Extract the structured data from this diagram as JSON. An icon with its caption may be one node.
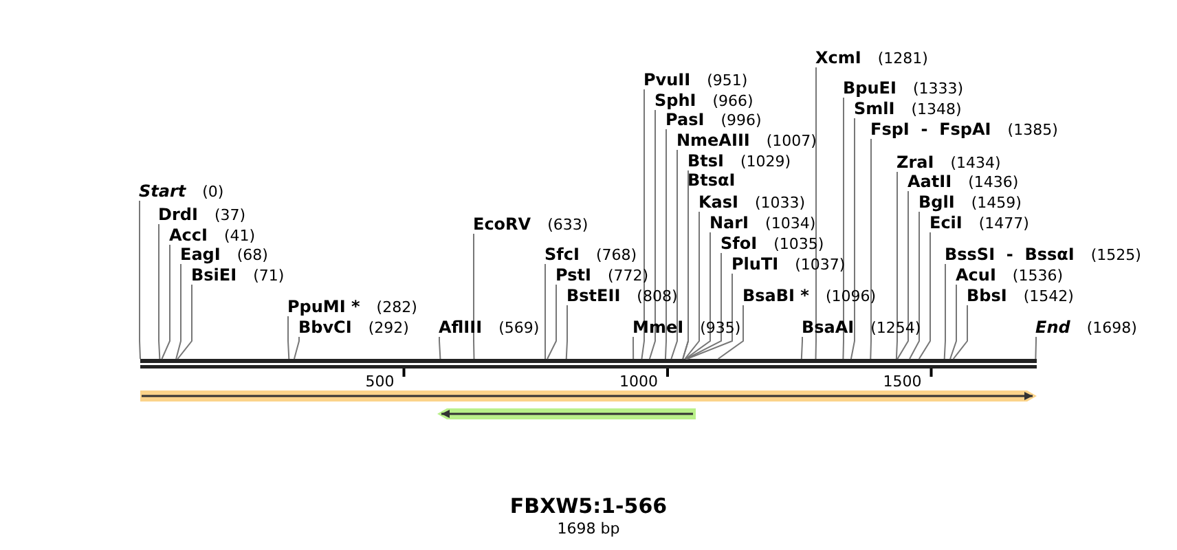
{
  "diagram": {
    "title": "FBXW5:1-566",
    "nodes": [
      {
        "text": [
          "Start",
          "(0)"
        ]
      },
      {
        "text": [
          "DrdI",
          "(37)"
        ]
      },
      {
        "text": [
          "AccI",
          "(41)"
        ]
      },
      {
        "text": [
          "EagI",
          "(68)"
        ]
      },
      {
        "text": [
          "BsiEI",
          "(71)"
        ]
      },
      {
        "text": [
          "PpuMI *",
          "(282)"
        ]
      },
      {
        "text": [
          "BbvCI",
          "(292)"
        ]
      },
      {
        "text": [
          "AflIII",
          "(569)"
        ]
      },
      {
        "text": [
          "EcoRV",
          "(633)"
        ]
      },
      {
        "text": [
          "SfcI",
          "(768)"
        ]
      },
      {
        "text": [
          "PstI",
          "(772)"
        ]
      },
      {
        "text": [
          "BstEII",
          "(808)"
        ]
      },
      {
        "text": [
          "MmeI",
          "(935)"
        ]
      },
      {
        "text": [
          "PvuII",
          "(951)"
        ]
      },
      {
        "text": [
          "SphI",
          "(966)"
        ]
      },
      {
        "text": [
          "PasI",
          "(996)"
        ]
      },
      {
        "text": [
          "NmeAIII",
          "(1007)"
        ]
      },
      {
        "text": [
          "BtsI",
          "(1029)"
        ]
      },
      {
        "text": [
          "BtsαI"
        ]
      },
      {
        "text": [
          "KasI",
          "(1033)"
        ]
      },
      {
        "text": [
          "NarI",
          "(1034)"
        ]
      },
      {
        "text": [
          "SfoI",
          "(1035)"
        ]
      },
      {
        "text": [
          "PluTI",
          "(1037)"
        ]
      },
      {
        "text": [
          "BsaBI *",
          "(1096)"
        ]
      },
      {
        "text": [
          "XcmI",
          "(1281)"
        ]
      },
      {
        "text": [
          "BsaAI",
          "(1254)"
        ]
      },
      {
        "text": [
          "BpuEI",
          "(1333)"
        ]
      },
      {
        "text": [
          "SmlI",
          "(1348)"
        ]
      },
      {
        "text": [
          "FspI  -  FspAI",
          "(1385)"
        ]
      },
      {
        "text": [
          "ZraI",
          "(1434)"
        ]
      },
      {
        "text": [
          "AatII",
          "(1436)"
        ]
      },
      {
        "text": [
          "BglI",
          "(1459)"
        ]
      },
      {
        "text": [
          "EciI",
          "(1477)"
        ]
      },
      {
        "text": [
          "BssSI  -  BssαI",
          "(1525)"
        ]
      },
      {
        "text": [
          "AcuI",
          "(1536)"
        ]
      },
      {
        "text": [
          "BbsI",
          "(1542)"
        ]
      },
      {
        "text": [
          "End",
          "(1698)"
        ]
      },
      {
        "text": [],
        "shape": "bar"
      }
    ],
    "edges": [
      {
        "from": 0,
        "to": 37,
        "arrow": "none"
      },
      {
        "from": 1,
        "to": 37,
        "arrow": "none"
      },
      {
        "from": 2,
        "to": 37,
        "arrow": "none"
      },
      {
        "from": 3,
        "to": 37,
        "arrow": "none"
      },
      {
        "from": 4,
        "to": 37,
        "arrow": "none"
      },
      {
        "from": 5,
        "to": 37,
        "arrow": "none"
      },
      {
        "from": 6,
        "to": 37,
        "arrow": "none"
      },
      {
        "from": 7,
        "to": 37,
        "arrow": "none"
      },
      {
        "from": 8,
        "to": 37,
        "arrow": "none"
      },
      {
        "from": 9,
        "to": 37,
        "arrow": "none"
      },
      {
        "from": 10,
        "to": 37,
        "arrow": "none"
      },
      {
        "from": 11,
        "to": 37,
        "arrow": "none"
      },
      {
        "from": 12,
        "to": 37,
        "arrow": "none"
      },
      {
        "from": 13,
        "to": 37,
        "arrow": "none"
      },
      {
        "from": 14,
        "to": 37,
        "arrow": "none"
      },
      {
        "from": 15,
        "to": 37,
        "arrow": "none"
      },
      {
        "from": 16,
        "to": 37,
        "arrow": "none"
      },
      {
        "from": 17,
        "to": 37,
        "arrow": "none"
      },
      {
        "from": 18,
        "to": 37,
        "arrow": "none"
      },
      {
        "from": 19,
        "to": 37,
        "arrow": "none"
      },
      {
        "from": 20,
        "to": 37,
        "arrow": "none"
      },
      {
        "from": 21,
        "to": 37,
        "arrow": "none"
      },
      {
        "from": 22,
        "to": 37,
        "arrow": "none"
      },
      {
        "from": 23,
        "to": 37,
        "arrow": "none"
      },
      {
        "from": 24,
        "to": 37,
        "arrow": "none"
      },
      {
        "from": 25,
        "to": 37,
        "arrow": "none"
      },
      {
        "from": 26,
        "to": 37,
        "arrow": "none"
      },
      {
        "from": 27,
        "to": 37,
        "arrow": "none"
      },
      {
        "from": 28,
        "to": 37,
        "arrow": "none"
      },
      {
        "from": 29,
        "to": 37,
        "arrow": "none"
      },
      {
        "from": 30,
        "to": 37,
        "arrow": "none"
      },
      {
        "from": 31,
        "to": 37,
        "arrow": "none"
      },
      {
        "from": 32,
        "to": 37,
        "arrow": "none"
      },
      {
        "from": 33,
        "to": 37,
        "arrow": "none"
      },
      {
        "from": 34,
        "to": 37,
        "arrow": "none"
      },
      {
        "from": 35,
        "to": 37,
        "arrow": "none"
      },
      {
        "from": 36,
        "to": 37,
        "arrow": "none"
      }
    ],
    "labels": [
      "500",
      "1000",
      "1500",
      "1698 bp"
    ]
  }
}
